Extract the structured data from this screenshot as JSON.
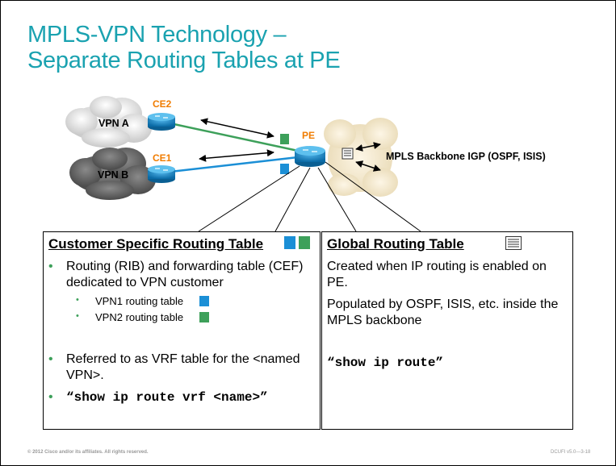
{
  "title": {
    "line1": "MPLS-VPN Technology –",
    "line2": "Separate Routing Tables at PE"
  },
  "diagram": {
    "ce2_label": "CE2",
    "ce1_label": "CE1",
    "pe_label": "PE",
    "vpn_a_label": "VPN A",
    "vpn_b_label": "VPN B",
    "backbone_label": "MPLS Backbone IGP (OSPF, ISIS)"
  },
  "colors": {
    "title": "#1aa2b0",
    "router_label": "#f07c00",
    "vpn1": "#1b8fd6",
    "vpn2": "#3da05a",
    "link_green": "#3da05a",
    "link_blue": "#1b8fd6"
  },
  "customer_box": {
    "title": "Customer Specific Routing Table",
    "bullet1": "Routing (RIB) and forwarding table (CEF) dedicated to VPN customer",
    "sub1": "VPN1 routing table",
    "sub2": "VPN2 routing table",
    "bullet2": "Referred to as VRF table for the <named VPN>.",
    "bullet3": "“show ip route vrf <name>”"
  },
  "global_box": {
    "title": "Global Routing Table",
    "para1": "Created when IP routing is enabled on PE.",
    "para2": "Populated by OSPF, ISIS, etc. inside the MPLS backbone",
    "command": "“show ip route”"
  },
  "footer": {
    "left": "© 2012 Cisco and/or its affiliates. All rights reserved.",
    "right": "DCUFI v5.0—3-18"
  }
}
